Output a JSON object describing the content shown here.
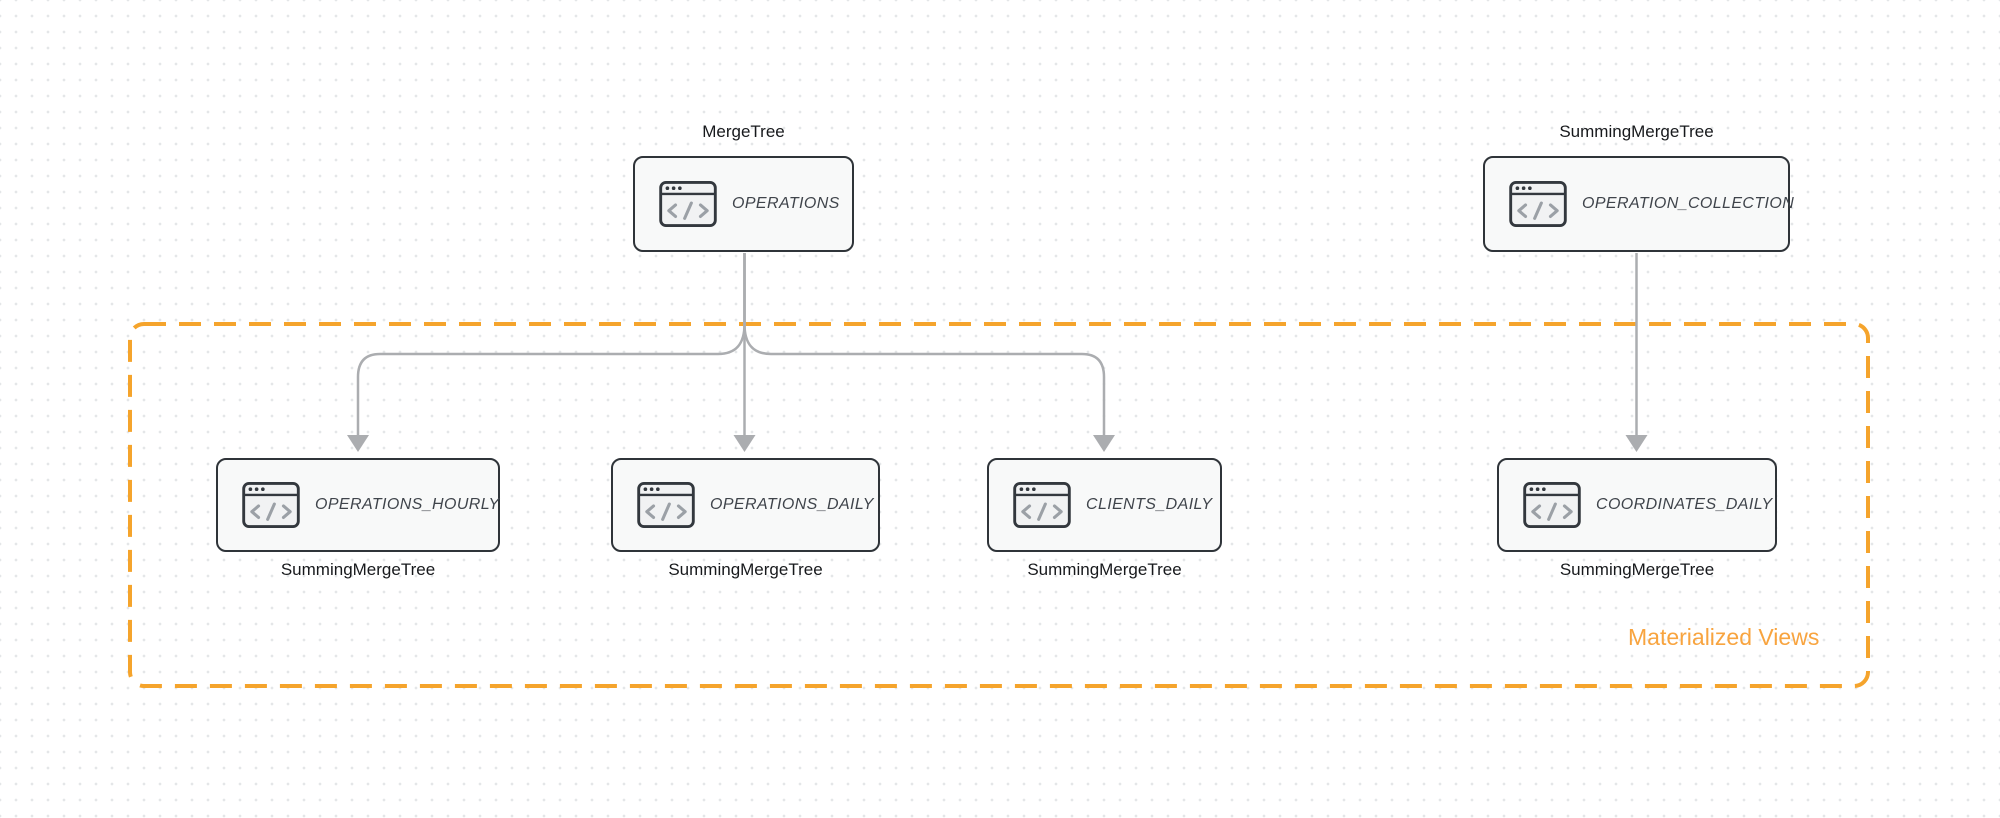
{
  "diagram": {
    "nodes": {
      "operations": {
        "table": "OPERATIONS",
        "engine": "MergeTree",
        "icon": "code-window-icon"
      },
      "operation_collection": {
        "table": "OPERATION_COLLECTION",
        "engine": "SummingMergeTree",
        "icon": "code-window-icon"
      },
      "operations_hourly": {
        "table": "OPERATIONS_HOURLY",
        "engine": "SummingMergeTree",
        "icon": "code-window-icon"
      },
      "operations_daily": {
        "table": "OPERATIONS_DAILY",
        "engine": "SummingMergeTree",
        "icon": "code-window-icon"
      },
      "clients_daily": {
        "table": "CLIENTS_DAILY",
        "engine": "SummingMergeTree",
        "icon": "code-window-icon"
      },
      "coordinates_daily": {
        "table": "COORDINATES_DAILY",
        "engine": "SummingMergeTree",
        "icon": "code-window-icon"
      }
    },
    "group": {
      "label": "Materialized Views",
      "members": [
        "OPERATIONS_HOURLY",
        "OPERATIONS_DAILY",
        "CLIENTS_DAILY",
        "COORDINATES_DAILY"
      ]
    },
    "edges": [
      {
        "from": "OPERATIONS",
        "to": "OPERATIONS_HOURLY"
      },
      {
        "from": "OPERATIONS",
        "to": "OPERATIONS_DAILY"
      },
      {
        "from": "OPERATIONS",
        "to": "CLIENTS_DAILY"
      },
      {
        "from": "OPERATION_COLLECTION",
        "to": "COORDINATES_DAILY"
      }
    ],
    "colors": {
      "group_border_orange": "#F5A42C",
      "group_label_orange": "#F8A43F",
      "edge_gray": "#ABADB0",
      "node_border": "#2F3439",
      "node_fill": "#F8F9F9",
      "icon_glyph_gray": "#9BA0A6",
      "background": "#FFFFFF"
    }
  }
}
